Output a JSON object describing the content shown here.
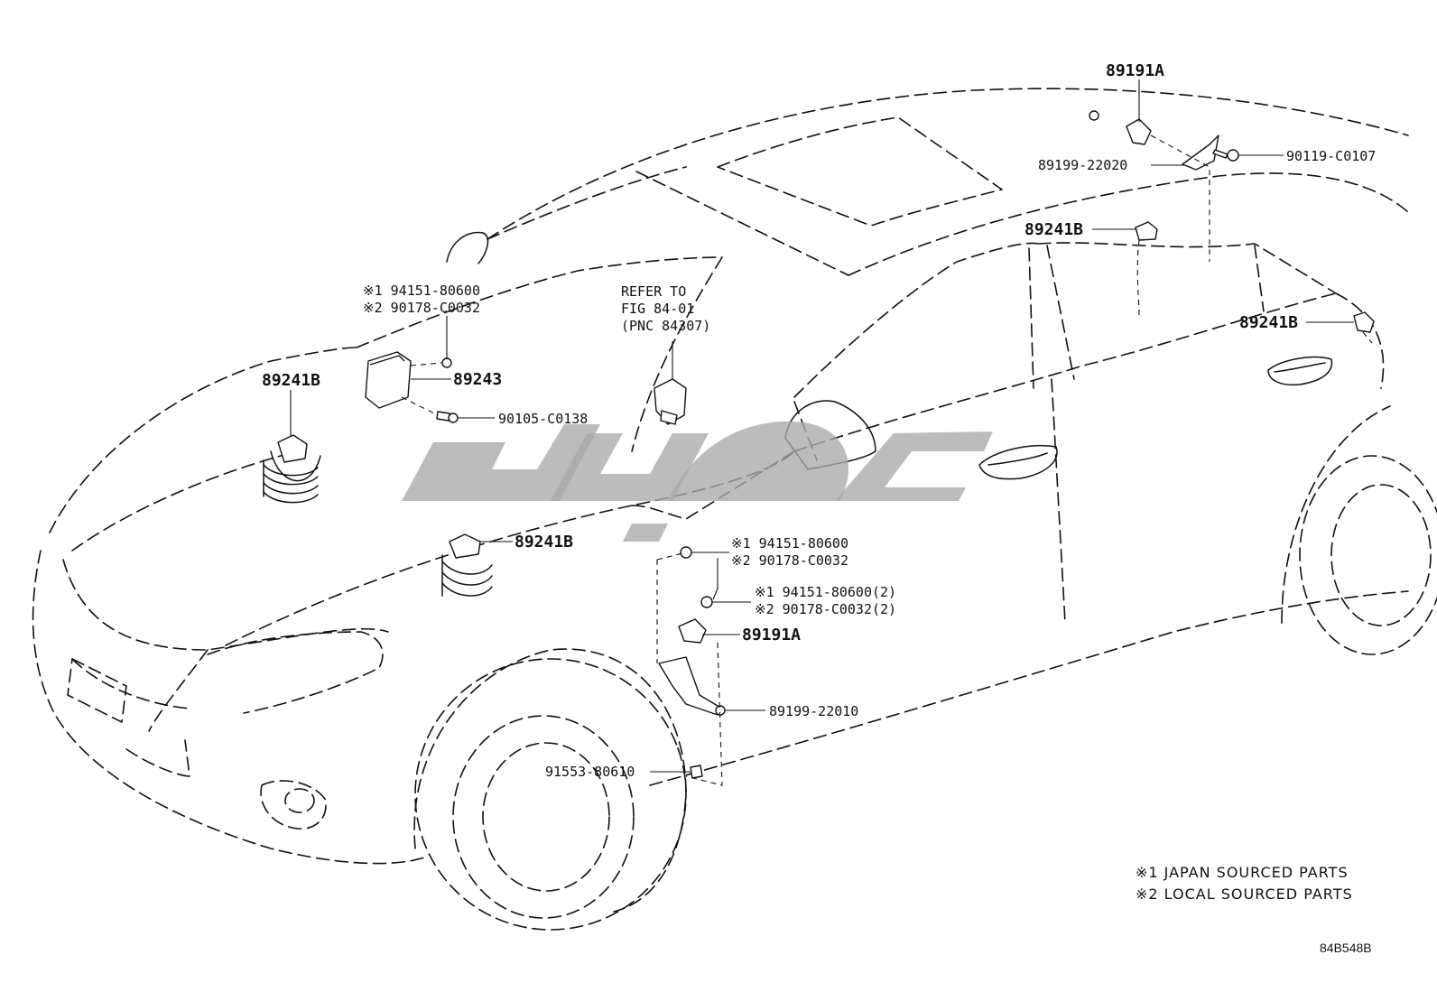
{
  "diagram": {
    "parts": [
      {
        "key": "roof_sensor",
        "text": "89191A"
      },
      {
        "key": "roof_bracket",
        "text": "89199-22020"
      },
      {
        "key": "roof_bolt",
        "text": "90119-C0107"
      },
      {
        "key": "pillar_sensor",
        "text": "89241B"
      },
      {
        "key": "rear_door_sensor",
        "text": "89241B"
      },
      {
        "key": "hood_left_sensor",
        "text": "89241B"
      },
      {
        "key": "fender_sensor",
        "text": "89241B"
      },
      {
        "key": "ecu",
        "text": "89243"
      },
      {
        "key": "ecu_bolt",
        "text": "90105-C0138"
      },
      {
        "key": "door_sensor",
        "text": "89191A"
      },
      {
        "key": "door_bracket",
        "text": "89199-22010"
      },
      {
        "key": "door_bolt",
        "text": "91553-80610"
      }
    ],
    "ecu_nut": {
      "line1": "※1 94151-80600",
      "line2": "※2 90178-C0032"
    },
    "door_nut_upper": {
      "line1": "※1 94151-80600",
      "line2": "※2 90178-C0032"
    },
    "door_nut_lower": {
      "line1": "※1 94151-80600(2)",
      "line2": "※2 90178-C0032(2)"
    },
    "refer": {
      "line1": "REFER TO",
      "line2": "FIG 84-01",
      "line3": "(PNC 84307)"
    },
    "notes": [
      "※1 JAPAN SOURCED PARTS",
      "※2 LOCAL SOURCED PARTS"
    ],
    "figure_code": "84B548B"
  }
}
